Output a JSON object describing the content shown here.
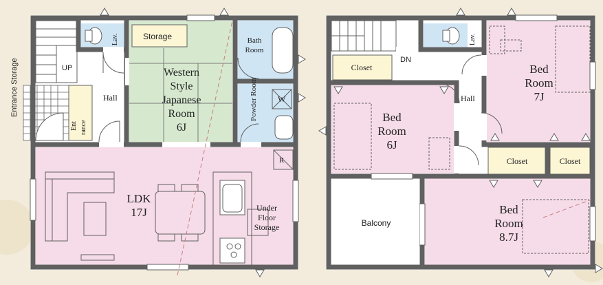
{
  "colors": {
    "wall": "#606060",
    "pink": "#f6dce8",
    "green": "#d6e9cf",
    "blue": "#cfe5f4",
    "cream": "#fcf6d5",
    "white": "#ffffff",
    "bg": "#f3ecdc"
  },
  "floor1": {
    "entrance_storage": "Entrance Storage",
    "up": "UP",
    "lav": "Lav.",
    "storage": "Storage",
    "western_room": [
      "Western",
      "Style",
      "Japanese",
      "Room",
      "6J"
    ],
    "bath_room": [
      "Bath",
      "Room"
    ],
    "powder_room": "Powder Room",
    "w_mark": "W",
    "hall": "Hall",
    "entrance": [
      "Ent",
      "rance"
    ],
    "ldk": [
      "LDK",
      "17J"
    ],
    "r_mark": "R",
    "under_floor_storage": [
      "Under",
      "Floor",
      "Storage"
    ]
  },
  "floor2": {
    "lav": "Lav.",
    "dn": "DN",
    "closet_left": "Closet",
    "bed_room_7": [
      "Bed",
      "Room",
      "7J"
    ],
    "bed_room_6": [
      "Bed",
      "Room",
      "6J"
    ],
    "hall": "Hall",
    "closet_mid": "Closet",
    "closet_right": "Closet",
    "balcony": "Balcony",
    "bed_room_87": [
      "Bed",
      "Room",
      "8.7J"
    ]
  }
}
